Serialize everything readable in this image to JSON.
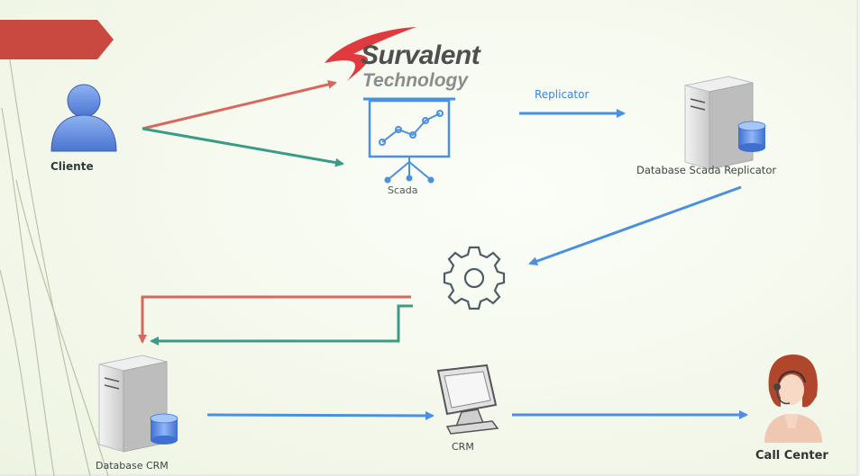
{
  "logo": {
    "name": "Survalent",
    "subtitle": "Technology",
    "brand_color": "#e03a3e"
  },
  "nodes": {
    "cliente": {
      "label": "Cliente",
      "icon": "user-icon"
    },
    "scada": {
      "label": "Scada",
      "icon": "presentation-chart-icon"
    },
    "db_scada": {
      "label": "Database Scada Replicator",
      "icon": "database-server-icon"
    },
    "process": {
      "icon": "gear-icon"
    },
    "db_crm": {
      "label": "Database CRM",
      "icon": "database-server-icon"
    },
    "crm": {
      "label": "CRM",
      "icon": "monitor-icon"
    },
    "call_center": {
      "label": "Call Center",
      "icon": "headset-agent-icon"
    }
  },
  "edges": {
    "replicator_label": "Replicator"
  },
  "colors": {
    "red_arrow": "#d9675c",
    "green_arrow": "#3a9c86",
    "blue_arrow": "#4a8fe0",
    "banner": "#c9483f",
    "vine": "#b9c4a8"
  }
}
